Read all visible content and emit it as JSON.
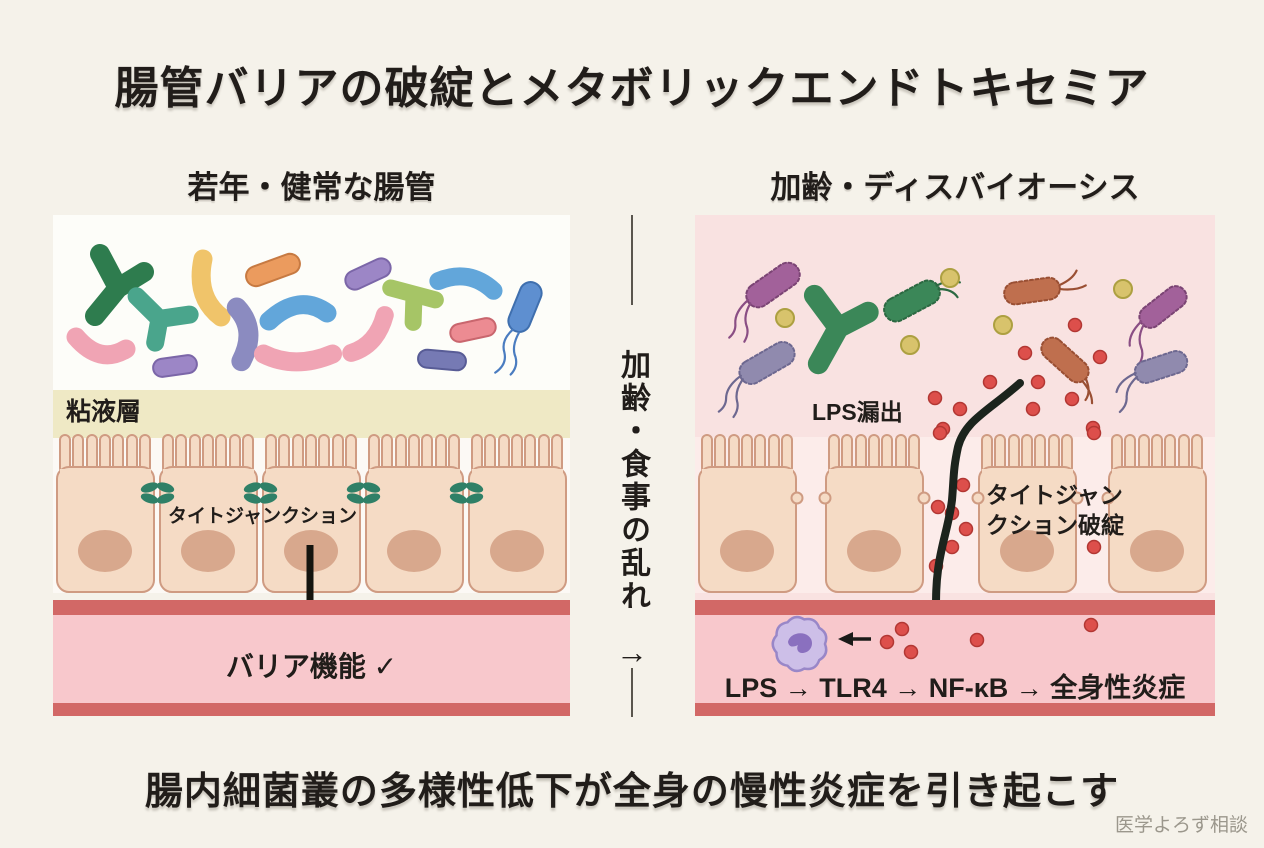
{
  "title": "腸管バリアの破綻とメタボリックエンドトキセミア",
  "left_panel": {
    "header": "若年・健常な腸管",
    "mucus_label": "粘液層",
    "tight_junction_label": "タイトジャンクション",
    "barrier_label": "バリア機能 ✓"
  },
  "divider": {
    "vertical_label": "加齢・食事の乱れ",
    "arrow": "→"
  },
  "right_panel": {
    "header": "加齢・ディスバイオーシス",
    "lps_leak_label": "LPS漏出",
    "tight_junction_break_line1": "タイトジャン",
    "tight_junction_break_line2": "クション破綻",
    "cascade_label": "LPS → TLR4 → NF-κB → 全身性炎症"
  },
  "footer": {
    "caption": "腸内細菌叢の多様性低下が全身の慢性炎症を引き起こす",
    "watermark": "医学よろず相談"
  },
  "colors": {
    "background": "#f5f2ea",
    "text": "#211d1a",
    "left_panel_bg": "#fdfdf9",
    "mucus_layer": "#efe9c5",
    "right_panel_bg": "#f9e2e1",
    "epithelium_cell": "#f5dbc5",
    "cell_outline": "#cf9b82",
    "nucleus": "#d8a88d",
    "tight_junction_green": "#2f8067",
    "vessel_wall_red": "#d26866",
    "vessel_lumen_pink": "#f8c8cc",
    "lps_dot_red": "#dd4f4b",
    "immune_cell_purple": "#cdbfe8"
  }
}
